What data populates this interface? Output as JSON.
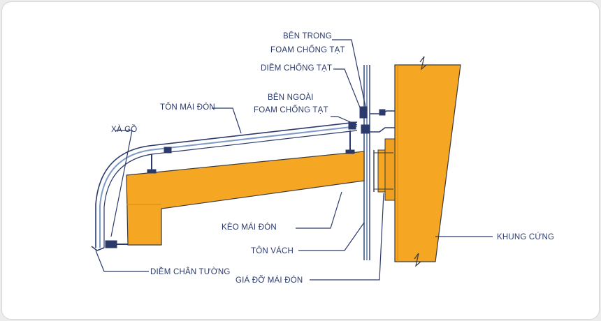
{
  "diagram": {
    "labels": {
      "ben_trong": "BÊN TRONG",
      "foam_chong_tat_1": "FOAM CHỐNG TẠT",
      "diem_chong_tat": "DIỀM CHỐNG TẠT",
      "ben_ngoai": "BÊN NGOÀI",
      "foam_chong_tat_2": "FOAM CHỐNG TẠT",
      "ton_mai_don": "TÔN MÁI ĐÓN",
      "xa_go": "XÀ GỒ",
      "keo_mai_don": "KÈO MÁI ĐÓN",
      "ton_vach": "TÔN VÁCH",
      "gia_do_mai_don": "GIÁ ĐỠ MÁI ĐÓN",
      "diem_chan_tuong": "DIỀM CHÂN TƯỜNG",
      "khung_cung": "KHUNG CỨNG"
    },
    "colors": {
      "steel": "#f5a623",
      "steel_edge": "#d98a10",
      "line": "#2b3a6b",
      "sheet": "#7f9bc4"
    }
  }
}
